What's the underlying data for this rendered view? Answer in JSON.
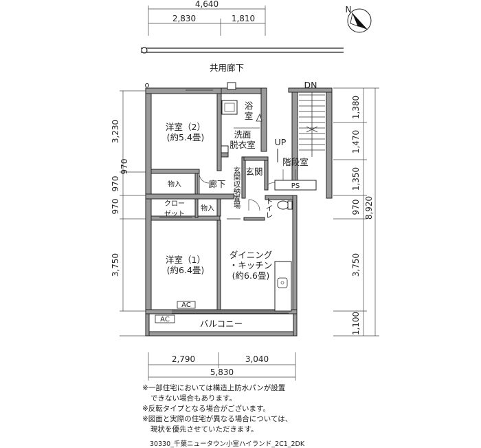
{
  "dimensions": {
    "top_total": "4,640",
    "top_left": "2,830",
    "top_right": "1,810",
    "bottom_left": "2,790",
    "bottom_right": "3,040",
    "bottom_total": "5,830",
    "left_1": "3,230",
    "left_2": "970",
    "left_3": "970",
    "left_4": "970",
    "left_5": "3,750",
    "right_1": "1,380",
    "right_2": "1,470",
    "right_3": "1,350",
    "right_4": "970",
    "right_5": "3,750",
    "right_6": "1,100",
    "right_total": "8,920"
  },
  "labels": {
    "corridor": "共用廊下",
    "stair_down": "DN",
    "stair_up": "UP",
    "bath": "浴\n室",
    "western_room_2": "洋室（2）\n(約5.4畳)",
    "washroom": "洗面\n脱衣室",
    "stair_hall": "階段室",
    "storage_1": "物入",
    "hallway": "廊下",
    "entrance_storage": "玄\n関\n収\n納\n置\n場",
    "entrance": "玄関",
    "ps": "PS",
    "closet": "クロー\nゼット",
    "storage_2": "物入",
    "toilet": "ト\nイ\nレ",
    "western_room_1": "洋室（1）\n(約6.4畳)",
    "dining_kitchen": "ダイニング\n・キッチン\n(約6.6畳)",
    "ac_1": "AC",
    "ac_2": "AC",
    "balcony": "バルコニー"
  },
  "notes": [
    "※一部住宅においては構造上防水パンが設置",
    "できない場合もあります。",
    "※反転タイプとなる場合がございます。",
    "※図面と実際の住宅が異なる場合については、",
    "現状を優先させていただきます。"
  ],
  "footer": "30330_千葉ニュータウン小室ハイランド_2C1_2DK",
  "compass_icon": "north-arrow-icon"
}
